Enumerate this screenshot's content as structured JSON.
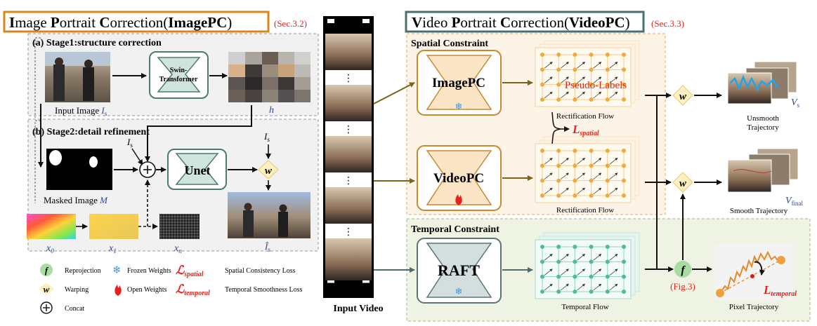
{
  "imagepc": {
    "title_letters": [
      "I",
      "mage ",
      "P",
      "ortrait ",
      "C",
      "orrection(",
      "ImagePC",
      ")"
    ],
    "section_ref": "(Sec.3.2)",
    "stage1": "(a) Stage1:structure correction",
    "stage2": "(b) Stage2:detail refinement",
    "swin_label": [
      "Swin-",
      "Transformer"
    ],
    "input_image_label": "Input Image ",
    "input_image_var": "I",
    "input_image_sub": "s",
    "h_label": "h",
    "is_label": "I",
    "is_sub": "s",
    "unet_label": "Unet",
    "masked_image_label": "Masked Image ",
    "masked_image_var": "M",
    "x0": "x",
    "x0_sub": "0",
    "x1": "x",
    "x1_sub": "1",
    "xn": "x",
    "xn_sub": "n",
    "is_hat": "Î",
    "is_hat_sub": "s"
  },
  "input_video": {
    "label": "Input Video",
    "dots": "⋮"
  },
  "videopc": {
    "title_letters": [
      "V",
      "ideo ",
      "P",
      "ortrait ",
      "C",
      "orrection(",
      "VideoPC",
      ")"
    ],
    "section_ref": "(Sec.3.3)",
    "spatial_title": "Spatial Constraint",
    "temporal_title": "Temporal Constraint",
    "imagepc_label": "ImagePC",
    "videopc_label": "VideoPC",
    "raft_label": "RAFT",
    "pseudo_labels": "Pseudo-Labels",
    "rect_flow_1": "Rectification Flow",
    "rect_flow_2": "Rectification Flow",
    "temporal_flow": "Temporal Flow",
    "loss_spatial": "L",
    "loss_spatial_sub": "spatial",
    "loss_temporal": "L",
    "loss_temporal_sub": "temporal",
    "w": "w",
    "f": "f",
    "fig_ref": "(Fig.3)",
    "vs": "V",
    "vs_sub": "s",
    "vfinal": "V",
    "vfinal_sub": "final",
    "unsmooth": [
      "Unsmooth",
      "Trajectory"
    ],
    "smooth": "Smooth Trajectory",
    "pixel_traj": "Pixel Trajectory"
  },
  "legend": {
    "f_desc": "Reprojection",
    "w_desc": "Warping",
    "concat_desc": "Concat",
    "frozen_desc": "Frozen Weights",
    "open_desc": "Open Weights",
    "spatial_desc": "Spatial Consistency Loss",
    "temporal_desc": "Temporal Smoothness Loss",
    "l_spatial_sub": "spatial",
    "l_temporal_sub": "temporal"
  },
  "colors": {
    "imagepc_border": "#d9861a",
    "videopc_border": "#4b6e6e",
    "red": "#e8221b",
    "arrow_brown": "#7a6418",
    "arrow_teal": "#4e6e6e",
    "w_fill": "#fff0bf",
    "f_fill": "#a9dca0"
  }
}
